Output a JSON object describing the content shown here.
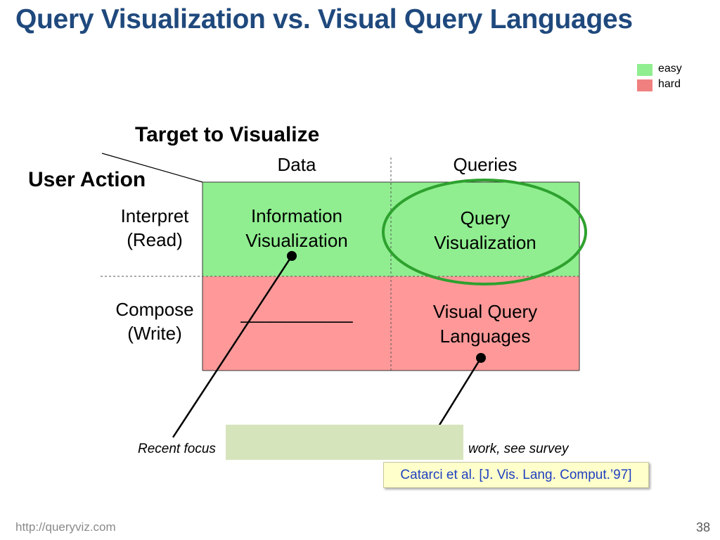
{
  "title": "Query Visualization vs. Visual Query Languages",
  "legend": [
    {
      "label": "easy",
      "color": "#90ee90"
    },
    {
      "label": "hard",
      "color": "#f08080"
    }
  ],
  "matrix": {
    "column_axis_title": "Target to Visualize",
    "row_axis_title": "User Action",
    "columns": [
      "Data",
      "Queries"
    ],
    "rows": [
      {
        "label_line1": "Interpret",
        "label_line2": "(Read)"
      },
      {
        "label_line1": "Compose",
        "label_line2": "(Write)"
      }
    ],
    "cells": {
      "interpret_data": {
        "line1": "Information",
        "line2": "Visualization",
        "status": "easy"
      },
      "interpret_queries": {
        "line1": "Query",
        "line2": "Visualization",
        "status": "easy",
        "highlighted": true
      },
      "compose_data": {
        "line1": "___________",
        "status": "hard"
      },
      "compose_queries": {
        "line1": "Visual Query",
        "line2": "Languages",
        "status": "hard"
      }
    },
    "colors": {
      "easy": "#90ee90",
      "hard": "#ff9999",
      "highlight_ring": "#2ea12e"
    }
  },
  "annotations": {
    "caption_left": "Recent focus",
    "caption_right": "work, see survey",
    "citation": "Catarci et al. [J. Vis. Lang. Comput.’97]"
  },
  "footer": {
    "url": "http://queryviz.com",
    "page_number": "38"
  }
}
